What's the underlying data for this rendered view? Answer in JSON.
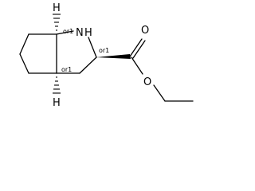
{
  "molecule": {
    "atoms": {
      "nitrogen_label": "N",
      "nitrogen_h_label": "H",
      "carbonyl_oxygen_label": "O",
      "ester_oxygen_label": "O",
      "bridgehead_h_top_label": "H",
      "bridgehead_h_bottom_label": "H"
    },
    "stereo_labels": {
      "top_bridgehead": "or1",
      "bottom_bridgehead": "or1",
      "alpha_carbon": "or1"
    }
  },
  "colors": {
    "ink": "#000000",
    "background": "#ffffff"
  }
}
